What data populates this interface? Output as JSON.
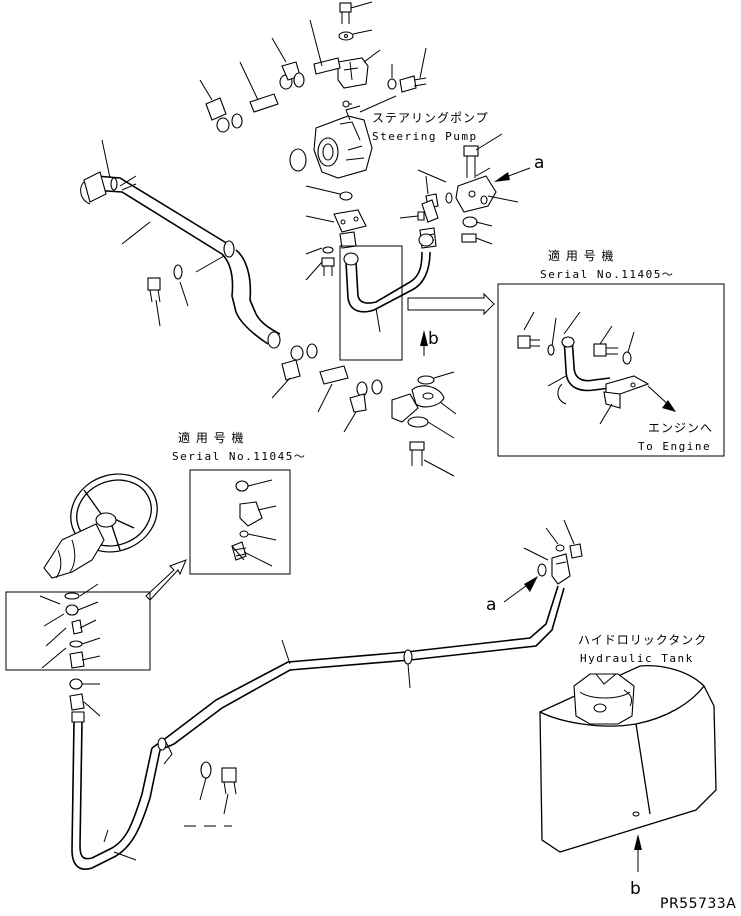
{
  "labels": {
    "steering_pump_jp": "ステアリングポンプ",
    "steering_pump_en": "Steering Pump",
    "serial_box1_jp": "適 用 号 機",
    "serial_box1_en": "Serial No.11405～",
    "to_engine_jp": "エンジンへ",
    "to_engine_en": "To Engine",
    "serial_box2_jp": "適 用 号 機",
    "serial_box2_en": "Serial No.11045～",
    "hydraulic_tank_jp": "ハイドロリックタンク",
    "hydraulic_tank_en": "Hydraulic Tank",
    "ref_a": "a",
    "ref_b": "b",
    "part_number": "PR55733A"
  }
}
